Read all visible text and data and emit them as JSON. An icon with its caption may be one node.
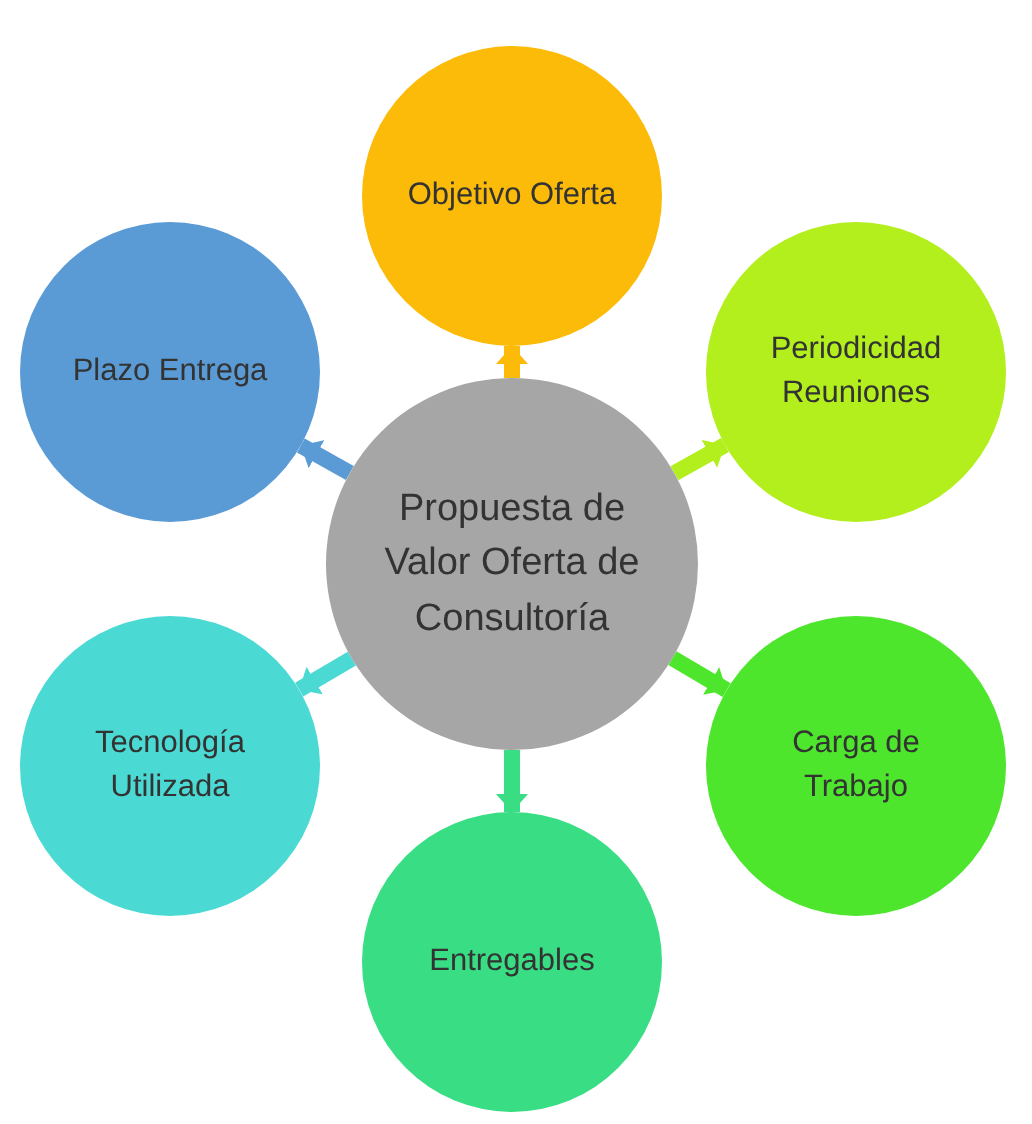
{
  "diagram": {
    "nodes": [
      {
        "text": [
          "Propuesta de Valor Oferta de Consultoría"
        ]
      },
      {
        "text": [
          "Objetivo Oferta"
        ]
      },
      {
        "text": [
          "Periodicidad Reuniones"
        ]
      },
      {
        "text": [
          "Carga de Trabajo"
        ]
      },
      {
        "text": [
          "Entregables"
        ]
      },
      {
        "text": [
          "Tecnología Utilizada"
        ]
      },
      {
        "text": [
          "Plazo Entrega"
        ]
      }
    ],
    "edges": [
      {
        "from": 0,
        "to": 1,
        "arrow": "to",
        "color": "#fbbb08"
      },
      {
        "from": 0,
        "to": 2,
        "arrow": "to",
        "color": "#b2ef1d"
      },
      {
        "from": 0,
        "to": 3,
        "arrow": "to",
        "color": "#4de62d"
      },
      {
        "from": 0,
        "to": 4,
        "arrow": "to",
        "color": "#39de84"
      },
      {
        "from": 0,
        "to": 5,
        "arrow": "to",
        "color": "#4bd9d4"
      },
      {
        "from": 0,
        "to": 6,
        "arrow": "to",
        "color": "#5b9bd5"
      }
    ]
  }
}
